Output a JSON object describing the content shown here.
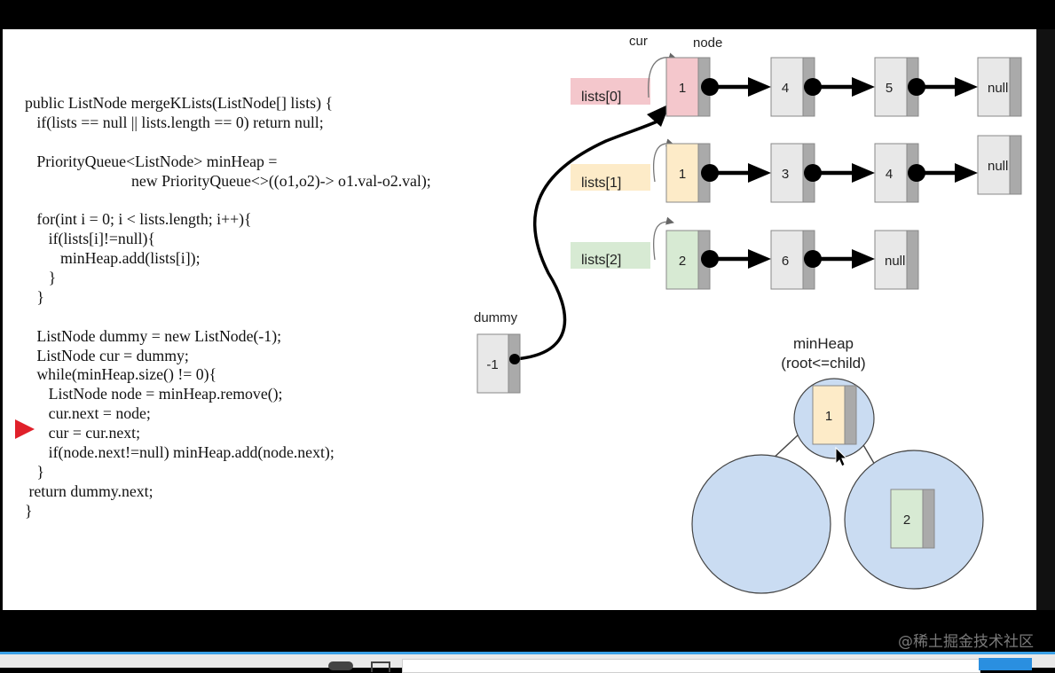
{
  "code_lines": [
    "public ListNode mergeKLists(ListNode[] lists) {",
    "   if(lists == null || lists.length == 0) return null;",
    "",
    "   PriorityQueue<ListNode> minHeap =",
    "                           new PriorityQueue<>((o1,o2)-> o1.val-o2.val);",
    "",
    "   for(int i = 0; i < lists.length; i++){",
    "      if(lists[i]!=null){",
    "         minHeap.add(lists[i]);",
    "      }",
    "   }",
    "",
    "   ListNode dummy = new ListNode(-1);",
    "   ListNode cur = dummy;",
    "   while(minHeap.size() != 0){",
    "      ListNode node = minHeap.remove();",
    "      cur.next = node;",
    "      cur = cur.next;",
    "      if(node.next!=null) minHeap.add(node.next);",
    "   }",
    " return dummy.next;",
    "}"
  ],
  "pointer_line": 17,
  "diagram": {
    "cur_label": "cur",
    "node_label": "node",
    "dummy_label": "dummy",
    "dummy_value": "-1",
    "lists": [
      {
        "label": "lists[0]",
        "color": "#f4c7cc",
        "nodes": [
          "1",
          "4",
          "5",
          "null"
        ]
      },
      {
        "label": "lists[1]",
        "color": "#fdebc8",
        "nodes": [
          "1",
          "3",
          "4",
          "null"
        ]
      },
      {
        "label": "lists[2]",
        "color": "#d7ead3",
        "nodes": [
          "2",
          "6",
          "null"
        ]
      }
    ],
    "heap_title": "minHeap",
    "heap_subtitle": "(root<=child)",
    "heap_root": "1",
    "heap_right_child": "2"
  },
  "watermark": "@稀土掘金技术社区"
}
